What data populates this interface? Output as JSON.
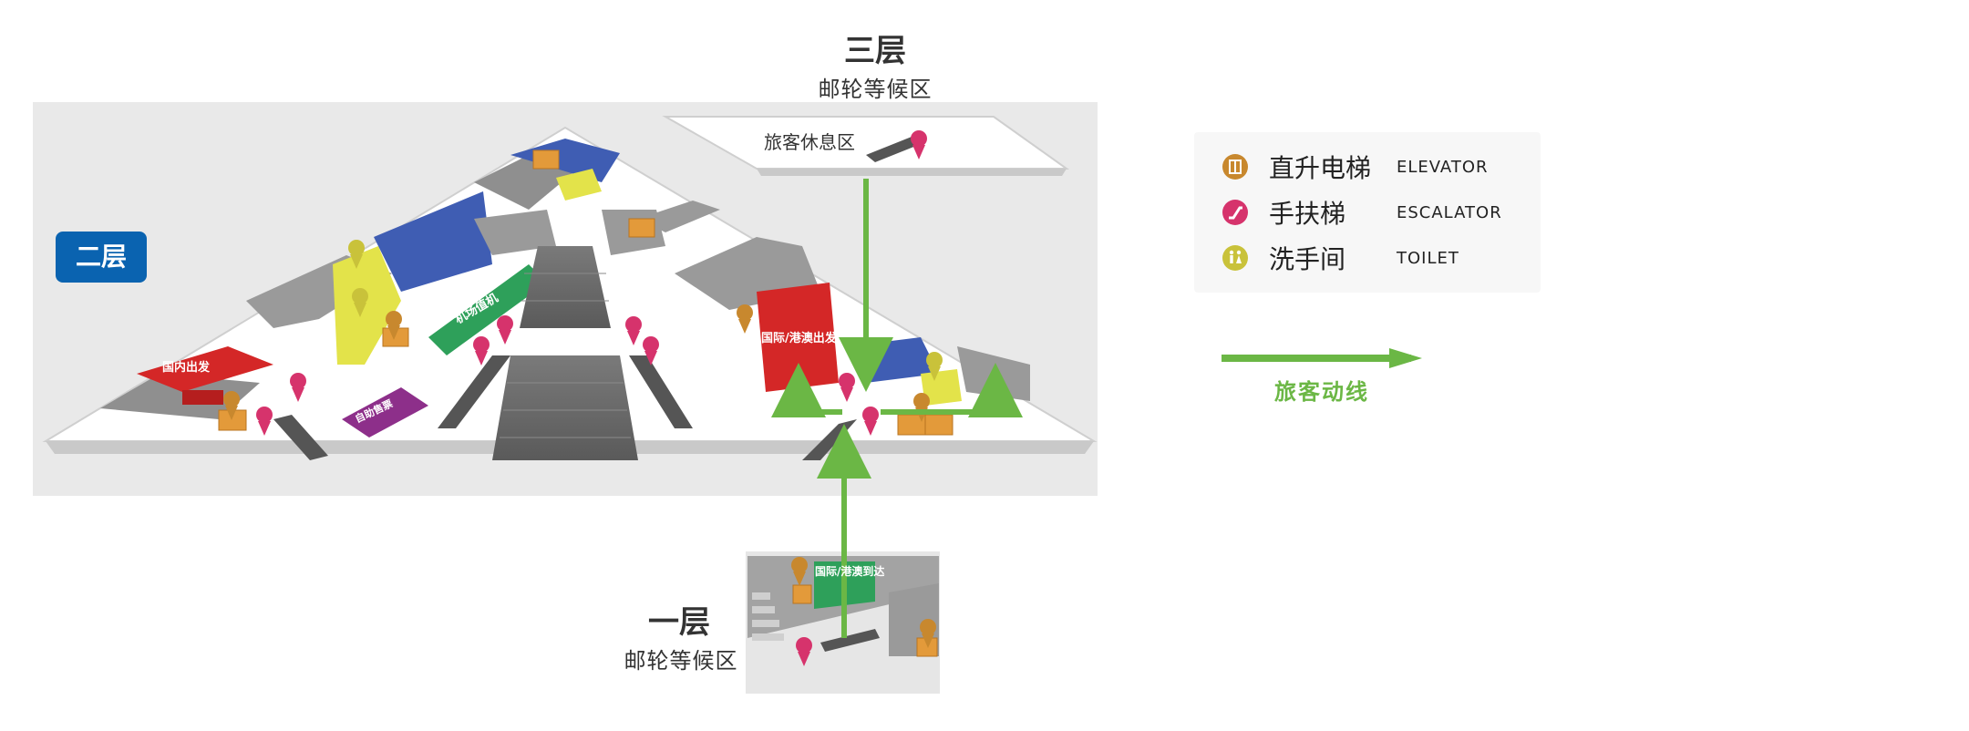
{
  "floors": {
    "floor3": {
      "title": "三层",
      "subtitle": "邮轮等候区",
      "rest_area": "旅客休息区"
    },
    "floor2": {
      "badge": "二层"
    },
    "floor1": {
      "title": "一层",
      "subtitle": "邮轮等候区"
    }
  },
  "zones": {
    "domestic_departure": "国内出发",
    "intl_departure": "国际/港澳出发",
    "airport_checkin": "机场值机",
    "self_service": "自助售票",
    "intl_arrival": "国际/港澳到达"
  },
  "legend": [
    {
      "icon": "elevator-icon",
      "zh": "直升电梯",
      "en": "ELEVATOR",
      "color": "#c8882e"
    },
    {
      "icon": "escalator-icon",
      "zh": "手扶梯",
      "en": "ESCALATOR",
      "color": "#d6336c"
    },
    {
      "icon": "toilet-icon",
      "zh": "洗手间",
      "en": "TOILET",
      "color": "#c9c23a"
    }
  ],
  "flow": {
    "label": "旅客动线",
    "color": "#6bb745"
  },
  "colors": {
    "badge": "#0a63b0",
    "domestic": "#d42727",
    "international": "#d42727",
    "yellow_zone": "#e3e34a",
    "blue_zone": "#3f5db3",
    "green_zone": "#2ea05a",
    "purple_zone": "#8d2f8a"
  }
}
